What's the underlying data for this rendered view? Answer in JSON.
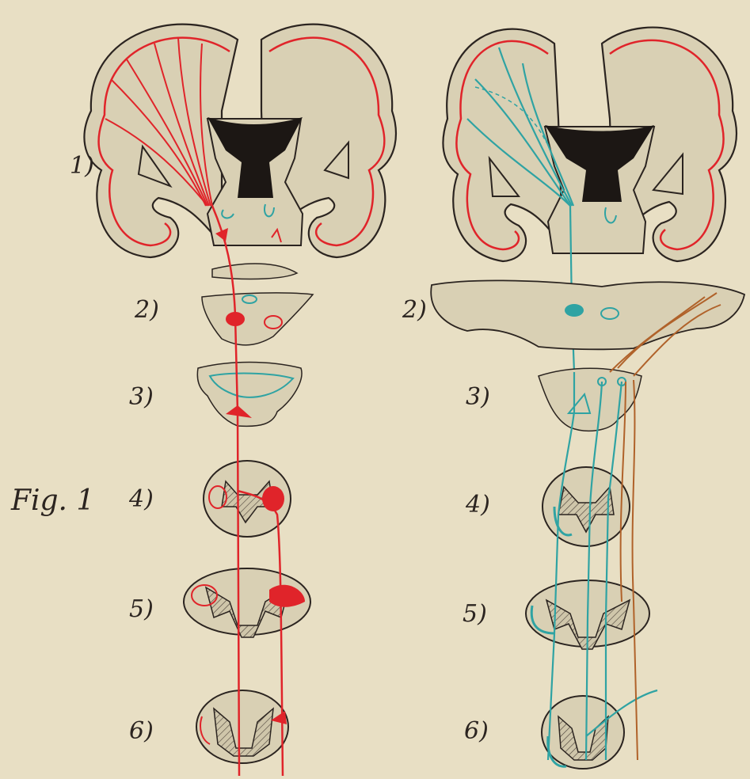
{
  "figure": {
    "label": "Fig. 1",
    "colors": {
      "paper": "#e8dfc4",
      "tissue": "#d9d0b4",
      "outline": "#2b2420",
      "motor_red": "#e0242a",
      "sensory_teal": "#2fa3a3",
      "root_brown": "#b0622a"
    }
  },
  "left_column": {
    "labels": [
      "1)",
      "2)",
      "3)",
      "4)",
      "5)",
      "6)"
    ]
  },
  "right_column": {
    "labels": [
      "2)",
      "3)",
      "4)",
      "5)",
      "6)"
    ]
  }
}
